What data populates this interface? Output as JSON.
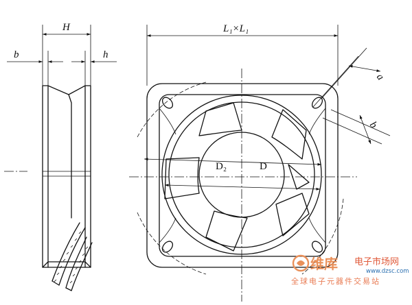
{
  "side_view": {
    "label_H": "H",
    "label_b": "b",
    "label_h": "h"
  },
  "front_view": {
    "label_L": "L₁×L₁",
    "label_D2": "D₂",
    "label_D": "D",
    "label_a": "a",
    "label_b": "b"
  },
  "watermark": {
    "logo_text": "维库",
    "site_name": "电子市场网",
    "url": "www.dzsc.com",
    "tagline": "全球电子元器件交易站",
    "accent_color": "#e9905a"
  }
}
